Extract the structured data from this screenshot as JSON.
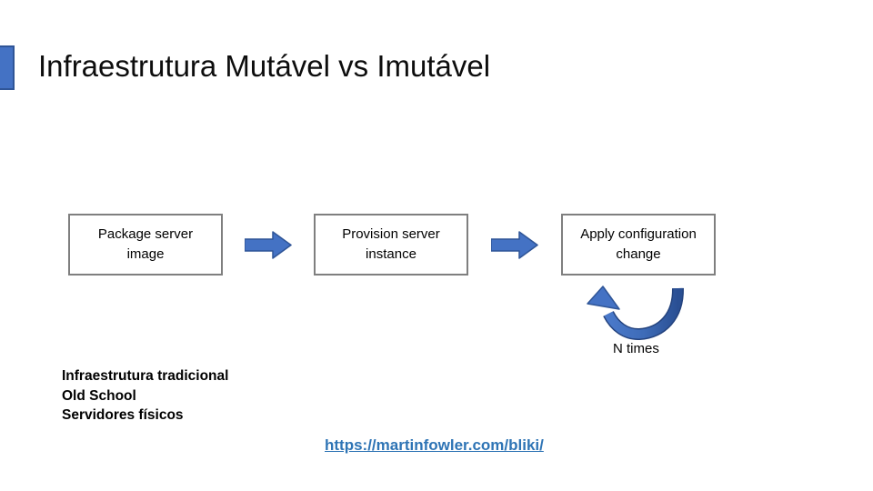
{
  "slide": {
    "title": "Infraestrutura Mutável vs Imutável",
    "accent_color": "#4472C4",
    "box_border_color": "#7F7F7F"
  },
  "flow": {
    "arrow_color": "#4472C4",
    "arrow_outline_color": "#2F5597",
    "steps": [
      {
        "line1": "Package server",
        "line2": "image"
      },
      {
        "line1": "Provision server",
        "line2": "instance"
      },
      {
        "line1": "Apply configuration",
        "line2": "change"
      }
    ],
    "loop_label": "N times"
  },
  "note": {
    "lines": [
      "Infraestrutura tradicional",
      "Old School",
      "Servidores físicos"
    ]
  },
  "link": {
    "text": "https://martinfowler.com/bliki/",
    "color": "#2E74B5"
  }
}
